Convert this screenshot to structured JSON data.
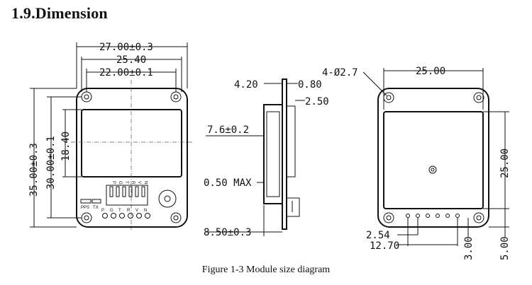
{
  "section_title": "1.9.Dimension",
  "caption": "Figure 1-3 Module size diagram",
  "front_view": {
    "width_outer": "27.00±0.3",
    "width_mid": "25.40",
    "width_inner": "22.00±0.1",
    "height_outer": "35.00±0.3",
    "height_mid": "30.00±0.1",
    "height_screen": "18.40",
    "pin_labels": [
      "P",
      "G",
      "T",
      "R",
      "V",
      "N"
    ],
    "silk_pps": "PPS",
    "silk_tx": "TX"
  },
  "side_view": {
    "d_4_20": "4.20",
    "d_0_80": "0.80",
    "d_2_50": "2.50",
    "d_7_6": "7.6±0.2",
    "d_0_50": "0.50 MAX",
    "d_8_50": "8.50±0.3"
  },
  "back_view": {
    "holes": "4-Ø2.7",
    "width": "25.00",
    "height": "25.00",
    "pitch": "2.54",
    "pin_span": "12.70",
    "offset_3": "3.00",
    "offset_5": "5.00"
  }
}
